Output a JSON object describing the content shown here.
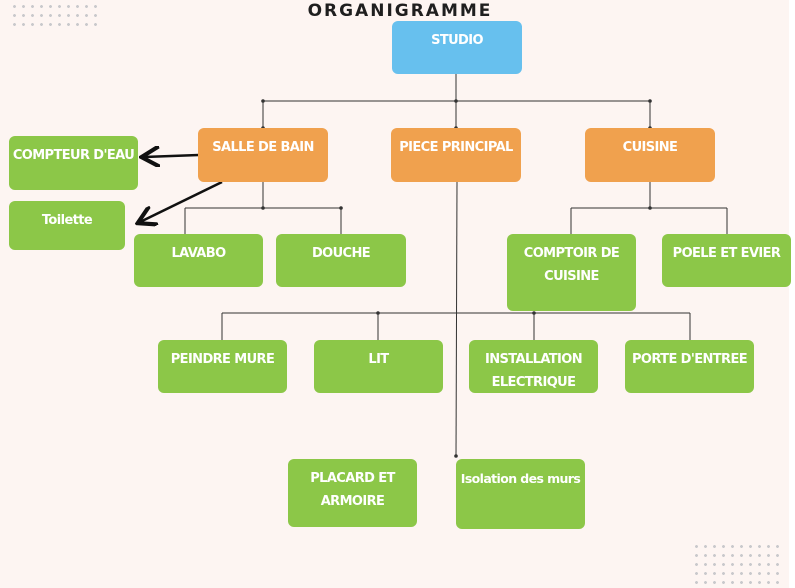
{
  "title": "ORGANIGRAMME",
  "nodes": {
    "studio": "STUDIO",
    "salle_de_bain": "SALLE DE BAIN",
    "piece_principal": "PIECE PRINCIPAL",
    "cuisine": "CUISINE",
    "compteur_eau": "COMPTEUR D'EAU",
    "toilette": "Toilette",
    "lavabo": "LAVABO",
    "douche": "DOUCHE",
    "comptoir_1": "COMPTOIR DE",
    "comptoir_2": "CUISINE",
    "poele_evier": "POELE ET EVIER",
    "peindre_mure": "PEINDRE MURE",
    "lit": "LIT",
    "installation_1": "INSTALLATION",
    "installation_2": "ELECTRIQUE",
    "porte_entree": "PORTE D'ENTREE",
    "placard_1": "PLACARD ET",
    "placard_2": "ARMOIRE",
    "isolation": "Isolation des murs"
  },
  "colors": {
    "root": "#67c0ee",
    "category": "#f0a14e",
    "item": "#8cc748",
    "background": "#fdf5f2",
    "connector": "#333333"
  }
}
